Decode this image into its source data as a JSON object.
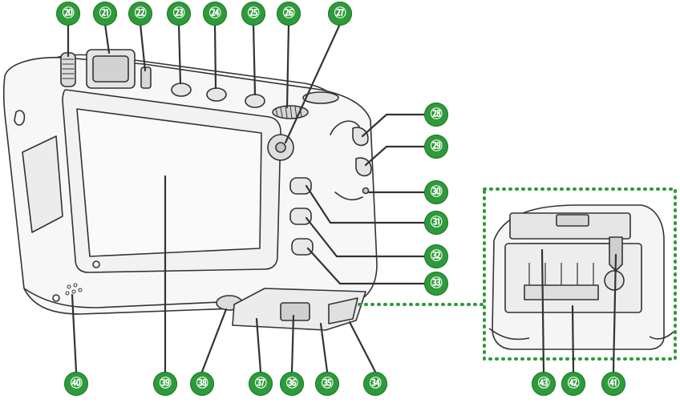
{
  "diagram": {
    "accent_color": "#2e9a3a",
    "line_color": "#333333",
    "callouts": [
      {
        "id": "c20",
        "label": "⑳"
      },
      {
        "id": "c21",
        "label": "㉑"
      },
      {
        "id": "c22",
        "label": "㉒"
      },
      {
        "id": "c23",
        "label": "㉓"
      },
      {
        "id": "c24",
        "label": "㉔"
      },
      {
        "id": "c25",
        "label": "㉕"
      },
      {
        "id": "c26",
        "label": "㉖"
      },
      {
        "id": "c27",
        "label": "㉗"
      },
      {
        "id": "c28",
        "label": "㉘"
      },
      {
        "id": "c29",
        "label": "㉙"
      },
      {
        "id": "c30",
        "label": "㉚"
      },
      {
        "id": "c31",
        "label": "㉛"
      },
      {
        "id": "c32",
        "label": "㉜"
      },
      {
        "id": "c33",
        "label": "㉝"
      },
      {
        "id": "c34",
        "label": "㉞"
      },
      {
        "id": "c35",
        "label": "㉟"
      },
      {
        "id": "c36",
        "label": "㊱"
      },
      {
        "id": "c37",
        "label": "㊲"
      },
      {
        "id": "c38",
        "label": "㊳"
      },
      {
        "id": "c39",
        "label": "㊴"
      },
      {
        "id": "c40",
        "label": "㊵"
      },
      {
        "id": "c41",
        "label": "㊶"
      },
      {
        "id": "c42",
        "label": "㊷"
      },
      {
        "id": "c43",
        "label": "㊸"
      }
    ]
  }
}
